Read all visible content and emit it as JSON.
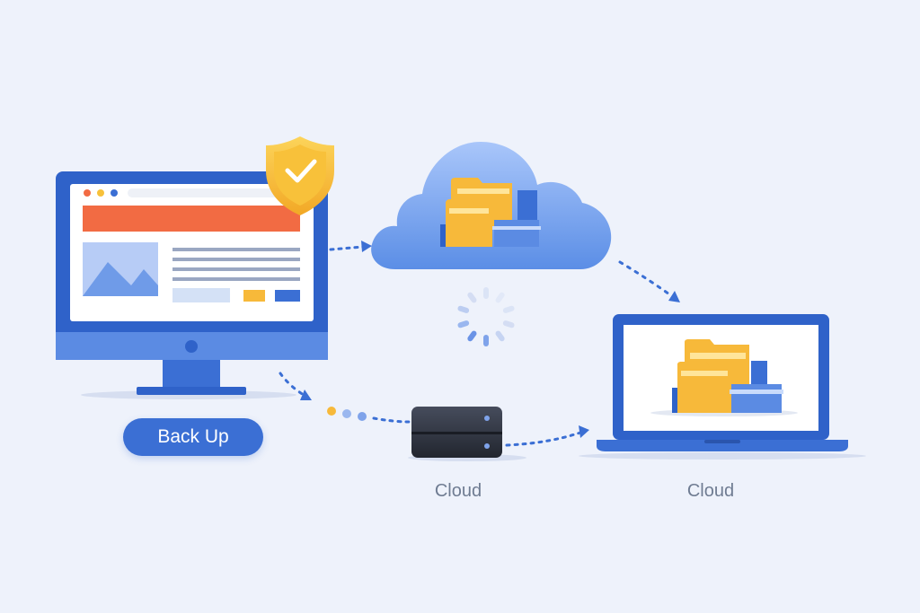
{
  "backup_button": {
    "label": "Back Up"
  },
  "captions": {
    "server": "Cloud",
    "laptop": "Cloud"
  },
  "colors": {
    "background": "#eef2fb",
    "primary_blue": "#3b6fd4",
    "accent_orange": "#f26b43",
    "folder_yellow": "#f7b93a",
    "shield_gold": "#f8c13a",
    "cloud_blue": "#7ea7f2",
    "server_dark": "#2f3440"
  },
  "icons": [
    "desktop-monitor-icon",
    "shield-check-icon",
    "cloud-folders-icon",
    "loading-spinner-icon",
    "server-drive-icon",
    "laptop-folders-icon"
  ]
}
